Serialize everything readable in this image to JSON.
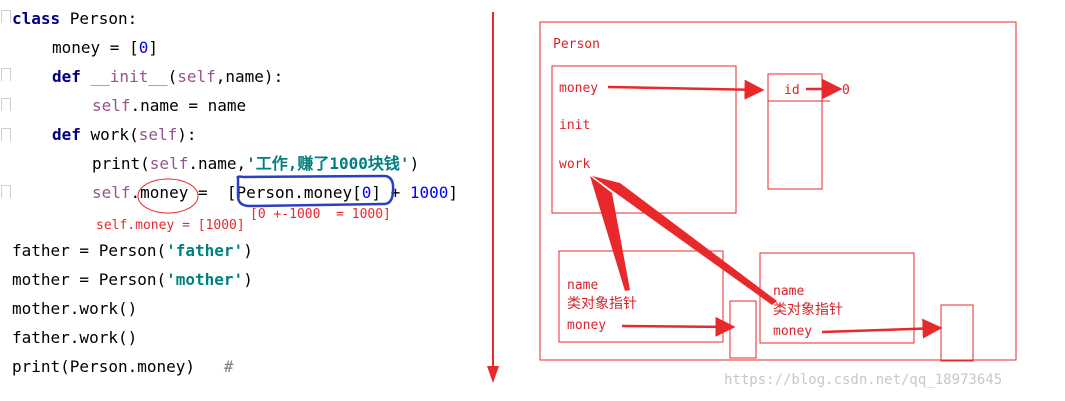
{
  "code": {
    "lines": [
      {
        "parts": [
          {
            "t": "class ",
            "c": "kw"
          },
          {
            "t": "Person:",
            "c": ""
          }
        ],
        "indent": 0
      },
      {
        "parts": [
          {
            "t": "money = [",
            "c": ""
          },
          {
            "t": "0",
            "c": "num"
          },
          {
            "t": "]",
            "c": ""
          }
        ],
        "indent": 1
      },
      {
        "parts": [
          {
            "t": "def ",
            "c": "kw"
          },
          {
            "t": "__init__",
            "c": "slf"
          },
          {
            "t": "(",
            "c": ""
          },
          {
            "t": "self",
            "c": "slf"
          },
          {
            "t": ",name):",
            "c": ""
          }
        ],
        "indent": 1
      },
      {
        "parts": [
          {
            "t": "self",
            "c": "slf"
          },
          {
            "t": ".name = name",
            "c": ""
          }
        ],
        "indent": 2
      },
      {
        "parts": [
          {
            "t": "def ",
            "c": "kw"
          },
          {
            "t": "work(",
            "c": ""
          },
          {
            "t": "self",
            "c": "slf"
          },
          {
            "t": "):",
            "c": ""
          }
        ],
        "indent": 1
      },
      {
        "parts": [
          {
            "t": "print(",
            "c": ""
          },
          {
            "t": "self",
            "c": "slf"
          },
          {
            "t": ".name,",
            "c": ""
          },
          {
            "t": "'工作,赚了1000块钱'",
            "c": "str"
          },
          {
            "t": ")",
            "c": ""
          }
        ],
        "indent": 2
      },
      {
        "parts": [
          {
            "t": "self",
            "c": "slf"
          },
          {
            "t": ".money =  [Person.money[",
            "c": ""
          },
          {
            "t": "0",
            "c": "num"
          },
          {
            "t": "] + ",
            "c": ""
          },
          {
            "t": "1000",
            "c": "num"
          },
          {
            "t": "]",
            "c": ""
          }
        ],
        "indent": 2
      },
      {
        "parts": [],
        "indent": 0
      },
      {
        "parts": [
          {
            "t": "father = Person(",
            "c": ""
          },
          {
            "t": "'father'",
            "c": "str"
          },
          {
            "t": ")",
            "c": ""
          }
        ],
        "indent": 0
      },
      {
        "parts": [
          {
            "t": "mother = Person(",
            "c": ""
          },
          {
            "t": "'mother'",
            "c": "str"
          },
          {
            "t": ")",
            "c": ""
          }
        ],
        "indent": 0
      },
      {
        "parts": [
          {
            "t": "mother.work()",
            "c": ""
          }
        ],
        "indent": 0
      },
      {
        "parts": [
          {
            "t": "father.work()",
            "c": ""
          }
        ],
        "indent": 0
      },
      {
        "parts": [
          {
            "t": "print(Person.money)   ",
            "c": ""
          },
          {
            "t": "#",
            "c": "cmt"
          }
        ],
        "indent": 0
      }
    ]
  },
  "annotations": {
    "self_money": "self.money = [1000]",
    "calc": "[0 +-1000  = 1000]"
  },
  "diagram": {
    "class_label": "Person",
    "class_attrs": [
      "money",
      "init",
      "work"
    ],
    "id_label": "id",
    "zero_value": "0",
    "instance_name_label": "name",
    "instance_pointer_label": "类对象指针",
    "instance_money_label": "money"
  },
  "watermark": "https://blog.csdn.net/qq_18973645",
  "colors": {
    "annotation_red": "#d9232a",
    "highlight_blue": "#2b3fc2"
  }
}
